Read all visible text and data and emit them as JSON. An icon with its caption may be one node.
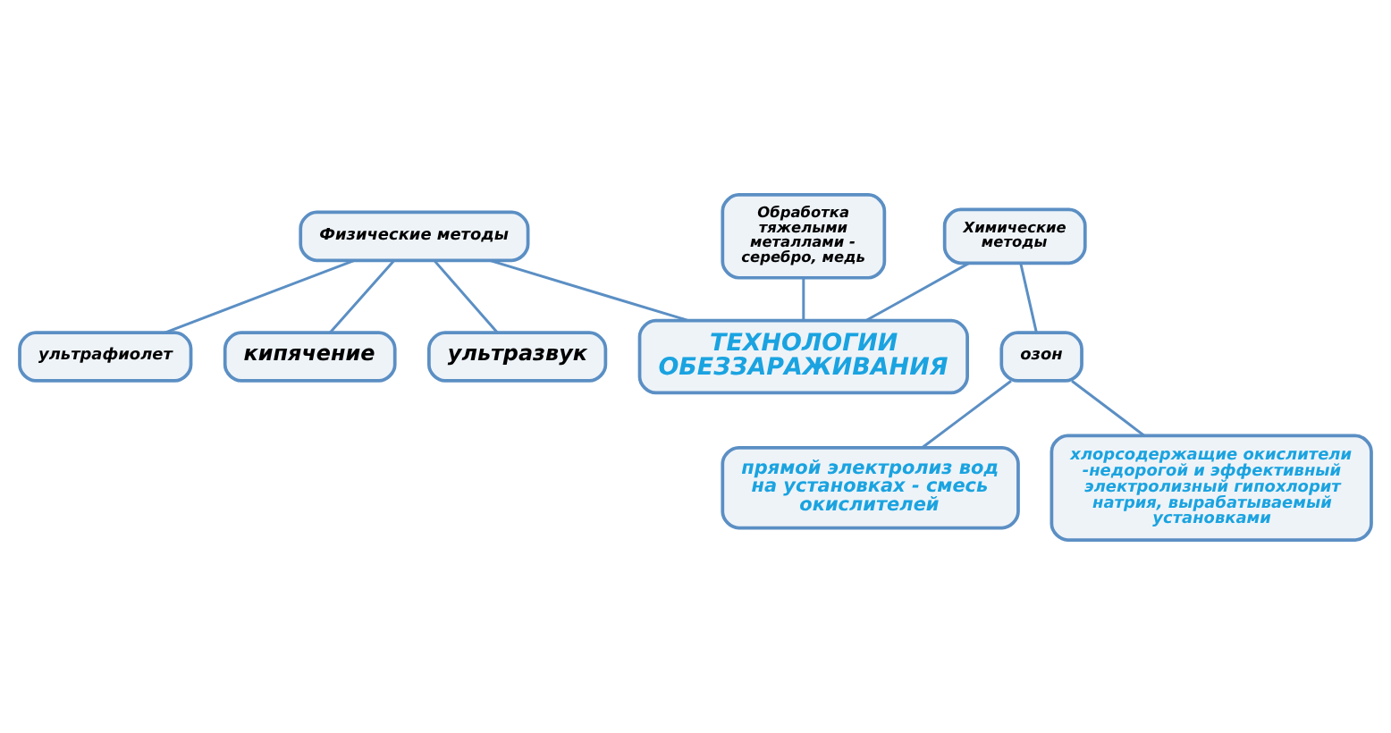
{
  "diagram": {
    "nodes": [
      {
        "text": [
          "Физические методы"
        ]
      },
      {
        "text": [
          "ультрафиолет"
        ]
      },
      {
        "text": [
          "кипячение"
        ]
      },
      {
        "text": [
          "ультразвук"
        ]
      },
      {
        "text": [
          "Обработка тяжелыми металлами - серебро, медь"
        ]
      },
      {
        "text": [
          "Химические методы"
        ]
      },
      {
        "text": [
          "ТЕХНОЛОГИИ ОБЕЗЗАРАЖИВАНИЯ"
        ]
      },
      {
        "text": [
          "озон"
        ]
      },
      {
        "text": [
          "прямой электролиз вод на установках - смесь окислителей"
        ]
      },
      {
        "text": [
          "хлорсодержащие окислители -недорогой и эффективный электролизный гипохлорит натрия, вырабатываемый установками"
        ]
      }
    ],
    "edges": [
      {
        "from": 0,
        "to": 1,
        "arrow": "none"
      },
      {
        "from": 0,
        "to": 2,
        "arrow": "none"
      },
      {
        "from": 0,
        "to": 3,
        "arrow": "none"
      },
      {
        "from": 0,
        "to": 6,
        "arrow": "none"
      },
      {
        "from": 4,
        "to": 6,
        "arrow": "none"
      },
      {
        "from": 5,
        "to": 6,
        "arrow": "none"
      },
      {
        "from": 5,
        "to": 7,
        "arrow": "none"
      },
      {
        "from": 7,
        "to": 8,
        "arrow": "none"
      },
      {
        "from": 7,
        "to": 9,
        "arrow": "none"
      }
    ]
  }
}
